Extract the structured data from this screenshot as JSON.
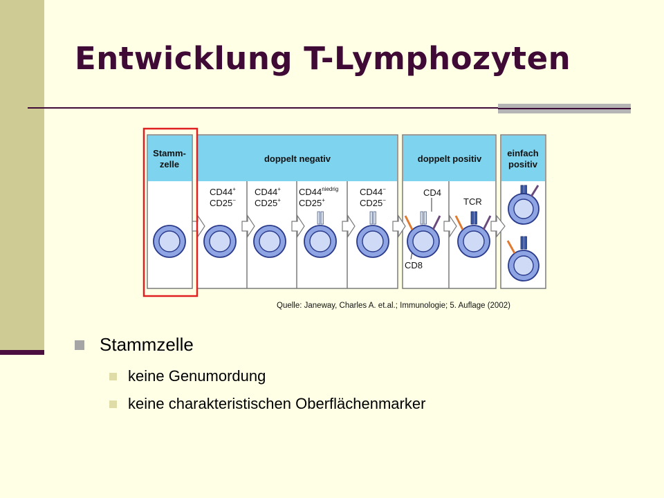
{
  "slide": {
    "title": "Entwicklung T-Lymphozyten",
    "source": "Quelle:  Janeway, Charles  A. et.al.; Immunologie; 5. Auflage (2002)",
    "bullets": {
      "main": "Stammzelle",
      "sub": [
        "keine Genumordung",
        "keine charakteristischen Oberflächenmarker"
      ]
    }
  },
  "diagram": {
    "headers": [
      "Stamm-",
      "zelle",
      "doppelt negativ",
      "doppelt positiv",
      "einfach",
      "positiv"
    ],
    "markers": [
      {
        "l1": "CD44",
        "s1": "+",
        "l2": "CD25",
        "s2": "−"
      },
      {
        "l1": "CD44",
        "s1": "+",
        "l2": "CD25",
        "s2": "+"
      },
      {
        "l1": "CD44",
        "s1": "niedrig",
        "l2": "CD25",
        "s2": "+"
      },
      {
        "l1": "CD44",
        "s1": "−",
        "l2": "CD25",
        "s2": "−"
      }
    ],
    "labels": {
      "cd4": "CD4",
      "tcr": "TCR",
      "cd8": "CD8"
    },
    "colors": {
      "header": "#7ed3ee",
      "panel": "#ffffff",
      "border": "#7a7a7a",
      "cell_outer": "#2a3b8c",
      "cell_fill": "#8fa5e3",
      "nucleus": "#cfdaf6",
      "highlight": "#e02020",
      "cd8_receptor": "#e07a30",
      "cd4_receptor": "#6a4a7a"
    }
  }
}
